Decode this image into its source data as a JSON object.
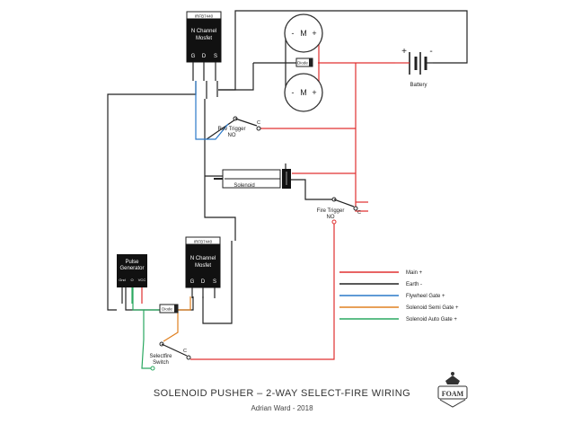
{
  "mosfet_top": {
    "tag": "IRFB7440",
    "label_line1": "N Channel",
    "label_line2": "Mosfet",
    "pin_g": "G",
    "pin_d": "D",
    "pin_s": "S"
  },
  "mosfet_bottom": {
    "tag": "IRFB7440",
    "label_line1": "N Channel",
    "label_line2": "Mosfet",
    "pin_g": "G",
    "pin_d": "D",
    "pin_s": "S"
  },
  "motor_top": {
    "neg": "-",
    "name": "M",
    "pos": "+"
  },
  "motor_bottom": {
    "neg": "-",
    "name": "M",
    "pos": "+"
  },
  "motor_diode": "Diode",
  "battery": {
    "label": "Battery",
    "plus": "+",
    "minus": "-"
  },
  "rev_trigger": {
    "line1": "Rev Trigger",
    "line2": "NO",
    "common": "C"
  },
  "fire_trigger": {
    "line1": "Fire Trigger",
    "line2": "NO",
    "common": "C"
  },
  "solenoid": {
    "label": "Solenoid"
  },
  "pulse_generator": {
    "line1": "Pulse",
    "line2": "Generator",
    "pin_gnd": "Gnd",
    "pin_out": "O",
    "pin_vcc": "VCC"
  },
  "pulse_diode": "Diode",
  "selectfire": {
    "line1": "Selectfire",
    "line2": "Switch",
    "common": "C"
  },
  "legend": [
    {
      "label": "Main +",
      "color": "#e03030"
    },
    {
      "label": "Earth -",
      "color": "#222222"
    },
    {
      "label": "Flywheel Gate +",
      "color": "#2a78c8"
    },
    {
      "label": "Solenoid Semi Gate +",
      "color": "#e08020"
    },
    {
      "label": "Solenoid Auto Gate +",
      "color": "#2aa860"
    }
  ],
  "title": "SOLENOID PUSHER – 2-WAY SELECT-FIRE WIRING",
  "author": "Adrian Ward - 2018",
  "logo_text": "FOAM"
}
